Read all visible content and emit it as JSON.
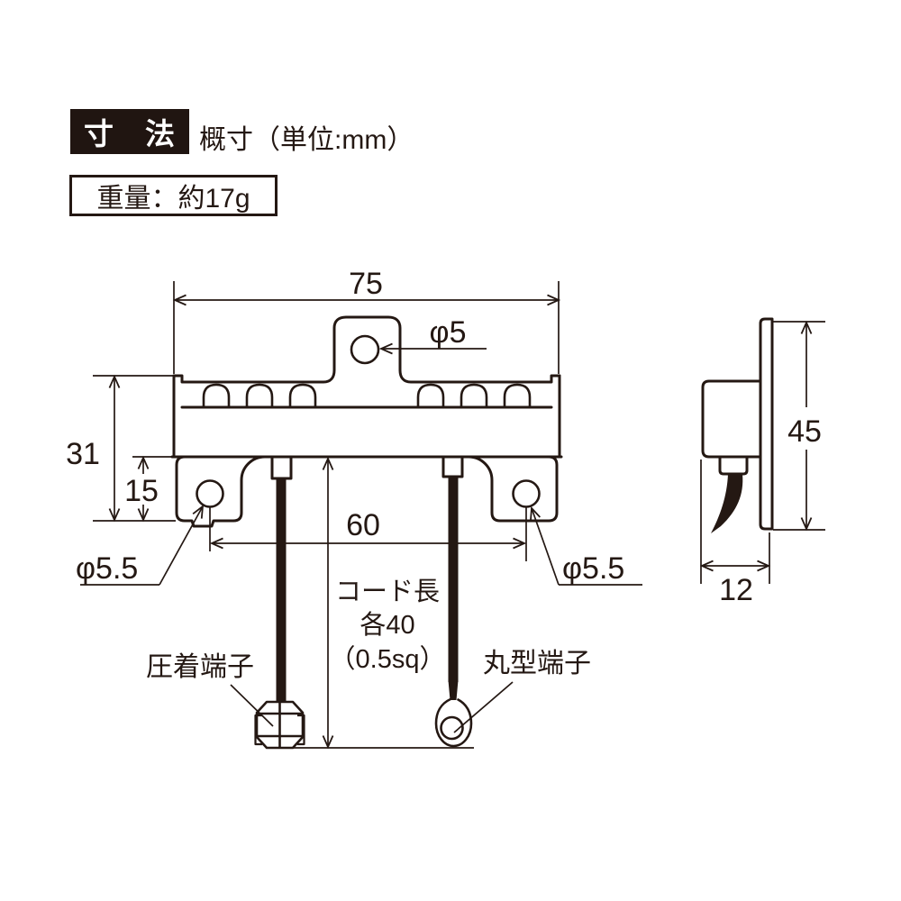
{
  "header": {
    "title": "寸　法",
    "subtitle": "概寸（単位:mm）",
    "weight_label": "重量：約17g"
  },
  "drawing": {
    "front": {
      "width_dim": "75",
      "top_hole_dim": "φ5",
      "height_dim": "31",
      "tab_height_dim": "15",
      "hole_span_dim": "60",
      "left_hole_dim": "φ5.5",
      "right_hole_dim": "φ5.5",
      "cord_length_line1": "コード長",
      "cord_length_line2": "各40",
      "cord_length_line3": "（0.5sq）",
      "crimp_terminal_label": "圧着端子",
      "ring_terminal_label": "丸型端子"
    },
    "side": {
      "height_dim": "45",
      "depth_dim": "12"
    }
  },
  "colors": {
    "line": "#241813",
    "title_bg": "#201511",
    "title_fg": "#ffffff",
    "background": "#ffffff"
  }
}
